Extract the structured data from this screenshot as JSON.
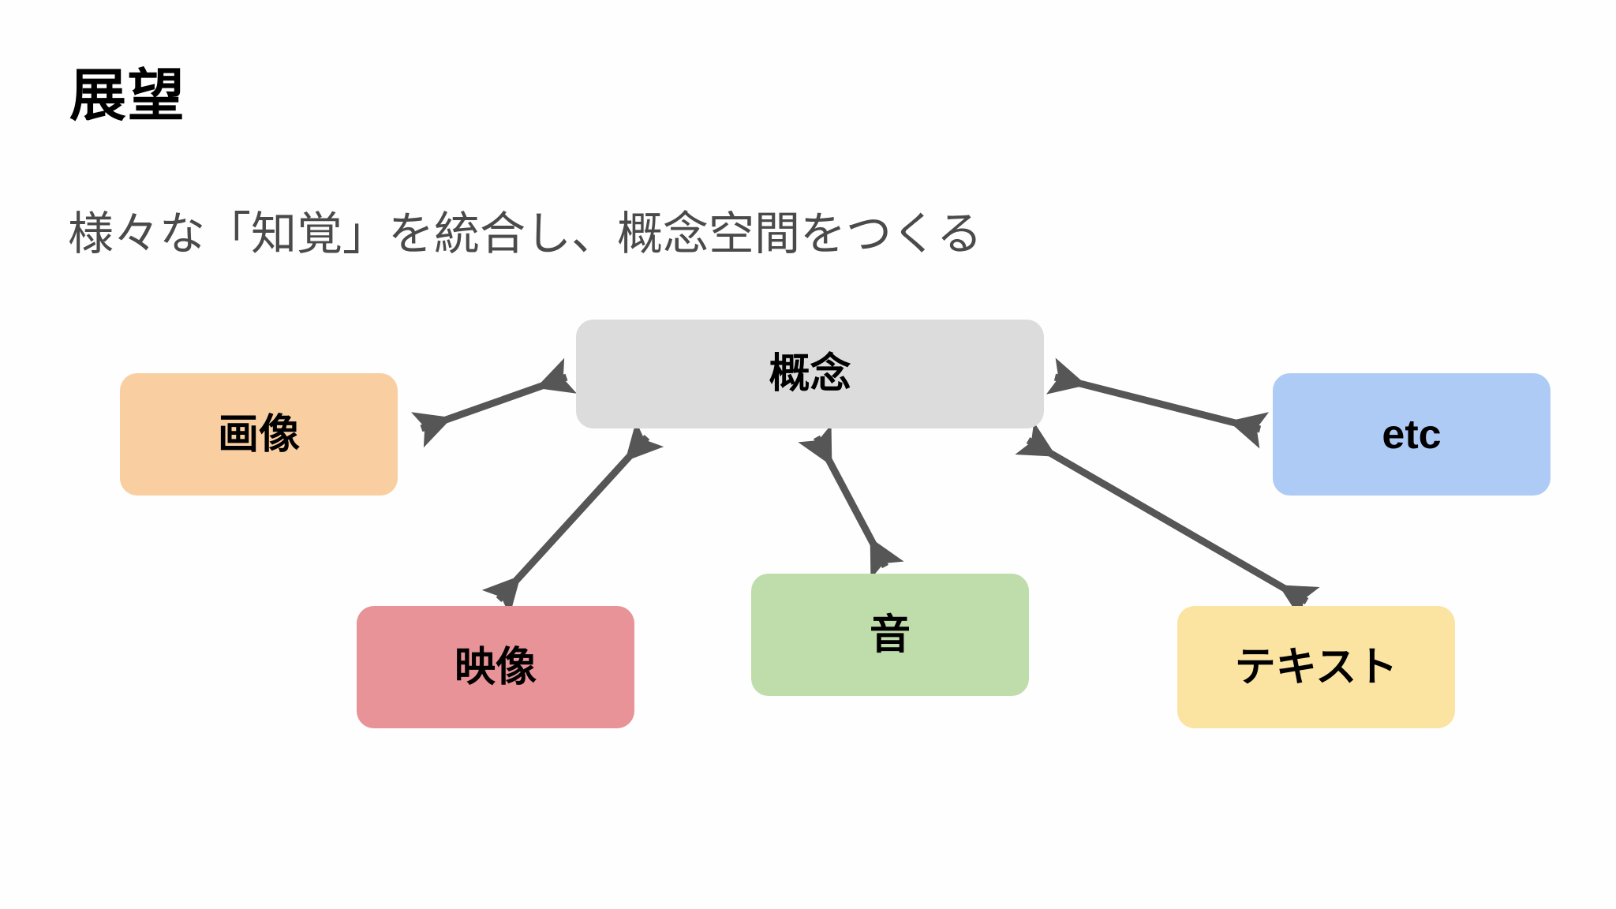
{
  "slide": {
    "title": "展望",
    "subtitle": "様々な「知覚」を統合し、概念空間をつくる",
    "background_color": "#fefefe",
    "title_color": "#000000",
    "subtitle_color": "#4a4a4a"
  },
  "diagram": {
    "type": "concept-map",
    "arrow_color": "#565656",
    "nodes": [
      {
        "id": "concept",
        "label": "概念",
        "color": "#dcdcdc",
        "role": "center"
      },
      {
        "id": "image",
        "label": "画像",
        "color": "#f9cfa1",
        "role": "modality"
      },
      {
        "id": "etc",
        "label": "etc",
        "color": "#aecbf5",
        "role": "modality"
      },
      {
        "id": "video",
        "label": "映像",
        "color": "#e89397",
        "role": "modality"
      },
      {
        "id": "sound",
        "label": "音",
        "color": "#bfdcab",
        "role": "modality"
      },
      {
        "id": "text",
        "label": "テキスト",
        "color": "#fbe3a2",
        "role": "modality"
      }
    ],
    "edges": [
      {
        "from": "image",
        "to": "concept",
        "style": "double-arrow"
      },
      {
        "from": "etc",
        "to": "concept",
        "style": "double-arrow"
      },
      {
        "from": "video",
        "to": "concept",
        "style": "double-arrow"
      },
      {
        "from": "sound",
        "to": "concept",
        "style": "double-arrow"
      },
      {
        "from": "text",
        "to": "concept",
        "style": "double-arrow"
      }
    ]
  }
}
